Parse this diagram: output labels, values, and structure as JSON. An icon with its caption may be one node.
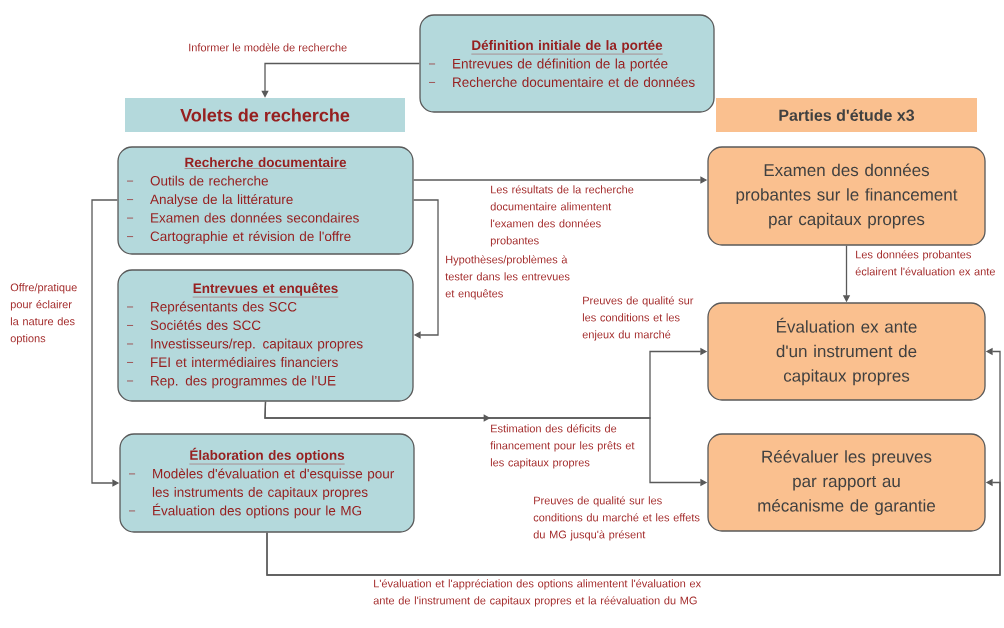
{
  "diagram": {
    "nodes": [
      {
        "text": [
          "Définition initiale de la portée",
          "Entrevues de définition de la portée",
          "Recherche documentaire et de données"
        ]
      },
      {
        "text": [
          "Volets de recherche"
        ]
      },
      {
        "text": [
          "Parties d'étude x3"
        ]
      },
      {
        "text": [
          "Recherche documentaire",
          "Outils de recherche",
          "Analyse de la littérature",
          "Examen des données secondaires",
          "Cartographie et révision de l'offre"
        ]
      },
      {
        "text": [
          "Entrevues et enquêtes",
          "Représentants des SCC",
          "Sociétés des SCC",
          "Investisseurs/rep. capitaux propres",
          "FEI et intermédiaires financiers",
          "Rep. des programmes de l’UE"
        ]
      },
      {
        "text": [
          "Élaboration des options",
          "Modèles d'évaluation et d'esquisse pour les instruments de capitaux propres",
          "Évaluation des options pour le MG"
        ]
      },
      {
        "text": [
          "Examen des données probantes sur le financement par capitaux propres"
        ]
      },
      {
        "text": [
          "Évaluation ex ante d'un instrument de capitaux propres"
        ]
      },
      {
        "text": [
          "Réévaluer les preuves par rapport au mécanisme de garantie"
        ]
      }
    ],
    "edges": [
      {
        "from": 0,
        "to": 1,
        "arrow": "to",
        "label": "Informer le modèle de recherche"
      },
      {
        "from": 3,
        "to": 6,
        "arrow": "to",
        "label": "Les résultats de la recherche documentaire alimentent l'examen des données probantes"
      },
      {
        "from": 3,
        "to": 4,
        "arrow": "to",
        "label": "Hypothèses/problèmes à tester dans les entrevues et enquêtes"
      },
      {
        "from": 3,
        "to": 5,
        "arrow": "to",
        "label": "Offre/pratique pour éclairer la nature des options"
      },
      {
        "from": 4,
        "to": 7,
        "arrow": "to",
        "label": "Preuves de qualité sur les conditions et les enjeux du marché"
      },
      {
        "from": 4,
        "to": 8,
        "arrow": "to",
        "label": "Preuves de qualité sur les conditions du marché et les effets du MG jusqu'à présent"
      },
      {
        "from": 6,
        "to": 7,
        "arrow": "to",
        "label": "Les données probantes éclairent l'évaluation ex ante"
      },
      {
        "from": 5,
        "to": 7,
        "arrow": "to",
        "label": "L'évaluation et l'appréciation des options alimentent l'évaluation ex ante de l'instrument de capitaux propres et la réévaluation du MG"
      },
      {
        "from": 5,
        "to": 8,
        "arrow": "to"
      }
    ],
    "labels": [
      "Estimation des déficits de financement pour les prêts et les capitaux propres"
    ]
  }
}
